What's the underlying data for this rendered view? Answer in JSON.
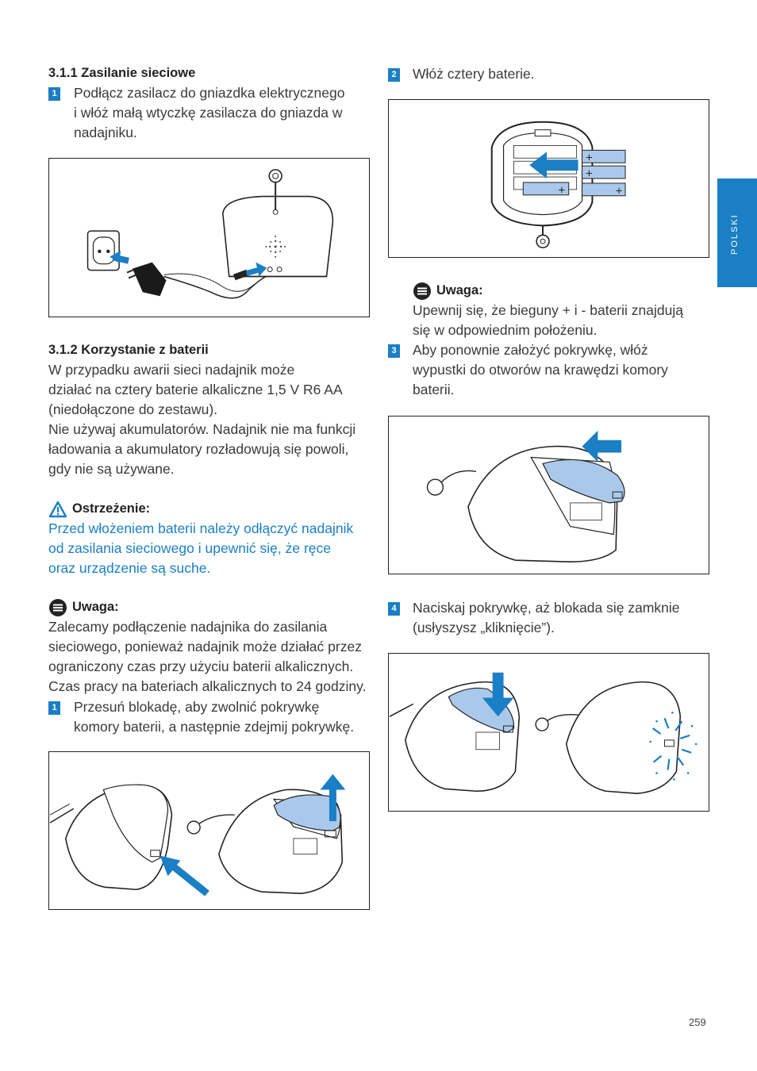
{
  "side_tab": "POLSKI",
  "page_number": "259",
  "left": {
    "s1_heading": "3.1.1 Zasilanie sieciowe",
    "s1_step1_num": "1",
    "s1_step1_line1": "Podłącz zasilacz do gniazdka elektrycznego",
    "s1_step1_line2": "i włóż małą wtyczkę zasilacza do gniazda w",
    "s1_step1_line3": "nadajniku.",
    "s2_heading": "3.1.2 Korzystanie z baterii",
    "s2_p1": " W przypadku awarii sieci nadajnik może",
    "s2_p2": "działać na cztery baterie alkaliczne 1,5 V R6 AA",
    "s2_p3": "(niedołączone do zestawu).",
    "s2_p4": "Nie używaj akumulatorów. Nadajnik nie ma funkcji",
    "s2_p5": "ładowania a akumulatory rozładowują się powoli,",
    "s2_p6": "gdy nie są używane.",
    "warn_title": "Ostrzeżenie:",
    "warn_l1": "Przed włożeniem baterii należy odłączyć nadajnik",
    "warn_l2": "od zasilania sieciowego i upewnić się, że ręce",
    "warn_l3": "oraz urządzenie są suche.",
    "note_title": "Uwaga:",
    "note_l1": " Zalecamy podłączenie nadajnika do zasilania",
    "note_l2": "sieciowego, ponieważ nadajnik może działać przez",
    "note_l3": "ograniczony czas przy użyciu baterii alkalicznych.",
    "note_l4": "Czas pracy na bateriach alkalicznych to 24 godziny.",
    "step1_num": "1",
    "step1_l1": "Przesuń blokadę, aby zwolnić pokrywkę",
    "step1_l2": "komory baterii, a następnie zdejmij pokrywkę."
  },
  "right": {
    "step2_num": "2",
    "step2": "Włóż cztery baterie.",
    "note_title": "Uwaga:",
    "note_l1": "Upewnij się, że bieguny + i - baterii znajdują",
    "note_l2": "się w odpowiednim położeniu.",
    "step3_num": "3",
    "step3_l1": "Aby ponownie założyć pokrywkę, włóż",
    "step3_l2": "wypustki do otworów na krawędzi komory",
    "step3_l3": "baterii.",
    "step4_num": "4",
    "step4_l1": "Naciskaj pokrywkę, aż blokada się zamknie",
    "step4_l2": "(usłyszysz „kliknięcie”)."
  },
  "colors": {
    "accent": "#1a7fc4",
    "light_blue": "#aac8ea"
  }
}
